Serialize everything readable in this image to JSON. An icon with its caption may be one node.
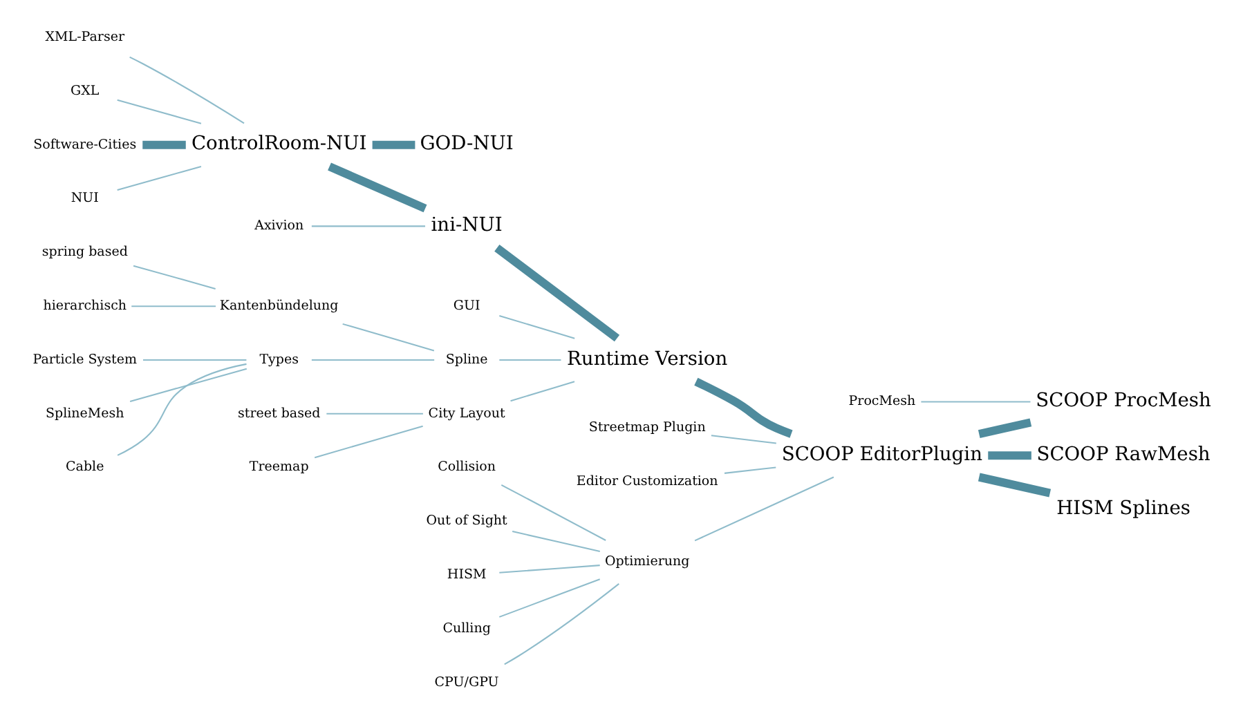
{
  "diagram": {
    "nodes": [
      {
        "text": [
          "XML-Parser"
        ]
      },
      {
        "text": [
          "GXL"
        ]
      },
      {
        "text": [
          "Software-Cities"
        ]
      },
      {
        "text": [
          "NUI"
        ]
      },
      {
        "text": [
          "GOD-NUI"
        ]
      },
      {
        "text": [
          "ControlRoom-NUI"
        ]
      },
      {
        "text": [
          "Axivion"
        ]
      },
      {
        "text": [
          "ini-NUI"
        ]
      },
      {
        "text": [
          "GUI"
        ]
      },
      {
        "text": [
          "Spline"
        ]
      },
      {
        "text": [
          "Kantenbündelung"
        ]
      },
      {
        "text": [
          "spring based"
        ]
      },
      {
        "text": [
          "hierarchisch"
        ]
      },
      {
        "text": [
          "Types"
        ]
      },
      {
        "text": [
          "Particle System"
        ]
      },
      {
        "text": [
          "SplineMesh"
        ]
      },
      {
        "text": [
          "Cable"
        ]
      },
      {
        "text": [
          "City Layout"
        ]
      },
      {
        "text": [
          "street based"
        ]
      },
      {
        "text": [
          "Treemap"
        ]
      },
      {
        "text": [
          "Runtime Version"
        ]
      },
      {
        "text": [
          "Streetmap Plugin"
        ]
      },
      {
        "text": [
          "Editor Customization"
        ]
      },
      {
        "text": [
          "ProcMesh"
        ]
      },
      {
        "text": [
          "SCOOP ProcMesh"
        ]
      },
      {
        "text": [
          "SCOOP RawMesh"
        ]
      },
      {
        "text": [
          "SCOOP EditorPlugin"
        ]
      },
      {
        "text": [
          "Optimierung"
        ]
      },
      {
        "text": [
          "Collision"
        ]
      },
      {
        "text": [
          "Out of Sight"
        ]
      },
      {
        "text": [
          "HISM"
        ]
      },
      {
        "text": [
          "Culling"
        ]
      },
      {
        "text": [
          "CPU/GPU"
        ]
      },
      {
        "text": [
          "HISM Splines"
        ]
      }
    ],
    "edges": [
      {
        "from": 0,
        "to": 5,
        "arrow": "none"
      },
      {
        "from": 1,
        "to": 5,
        "arrow": "none"
      },
      {
        "from": 2,
        "to": 5,
        "arrow": "none",
        "style": "thick",
        "color": "#4f8b9d"
      },
      {
        "from": 3,
        "to": 5,
        "arrow": "none"
      },
      {
        "from": 5,
        "to": 4,
        "arrow": "none",
        "style": "thick",
        "color": "#4f8b9d"
      },
      {
        "from": 5,
        "to": 7,
        "arrow": "none",
        "style": "thick",
        "color": "#4f8b9d"
      },
      {
        "from": 6,
        "to": 7,
        "arrow": "none"
      },
      {
        "from": 7,
        "to": 20,
        "arrow": "none",
        "style": "thick",
        "color": "#4f8b9d"
      },
      {
        "from": 8,
        "to": 20,
        "arrow": "none"
      },
      {
        "from": 9,
        "to": 20,
        "arrow": "none"
      },
      {
        "from": 10,
        "to": 9,
        "arrow": "none"
      },
      {
        "from": 13,
        "to": 9,
        "arrow": "none"
      },
      {
        "from": 11,
        "to": 10,
        "arrow": "none"
      },
      {
        "from": 12,
        "to": 10,
        "arrow": "none"
      },
      {
        "from": 14,
        "to": 13,
        "arrow": "none"
      },
      {
        "from": 15,
        "to": 13,
        "arrow": "none"
      },
      {
        "from": 16,
        "to": 13,
        "arrow": "none"
      },
      {
        "from": 17,
        "to": 20,
        "arrow": "none"
      },
      {
        "from": 18,
        "to": 17,
        "arrow": "none"
      },
      {
        "from": 19,
        "to": 17,
        "arrow": "none"
      },
      {
        "from": 20,
        "to": 26,
        "arrow": "none",
        "style": "thick",
        "color": "#4f8b9d"
      },
      {
        "from": 21,
        "to": 26,
        "arrow": "none"
      },
      {
        "from": 22,
        "to": 26,
        "arrow": "none"
      },
      {
        "from": 27,
        "to": 26,
        "arrow": "none"
      },
      {
        "from": 28,
        "to": 27,
        "arrow": "none"
      },
      {
        "from": 29,
        "to": 27,
        "arrow": "none"
      },
      {
        "from": 30,
        "to": 27,
        "arrow": "none"
      },
      {
        "from": 31,
        "to": 27,
        "arrow": "none"
      },
      {
        "from": 32,
        "to": 27,
        "arrow": "none"
      },
      {
        "from": 26,
        "to": 25,
        "arrow": "none",
        "style": "thick",
        "color": "#4f8b9d"
      },
      {
        "from": 26,
        "to": 24,
        "arrow": "none",
        "style": "thick",
        "color": "#4f8b9d"
      },
      {
        "from": 23,
        "to": 24,
        "arrow": "none"
      },
      {
        "from": 26,
        "to": 33,
        "arrow": "none",
        "style": "thick",
        "color": "#4f8b9d"
      }
    ]
  }
}
